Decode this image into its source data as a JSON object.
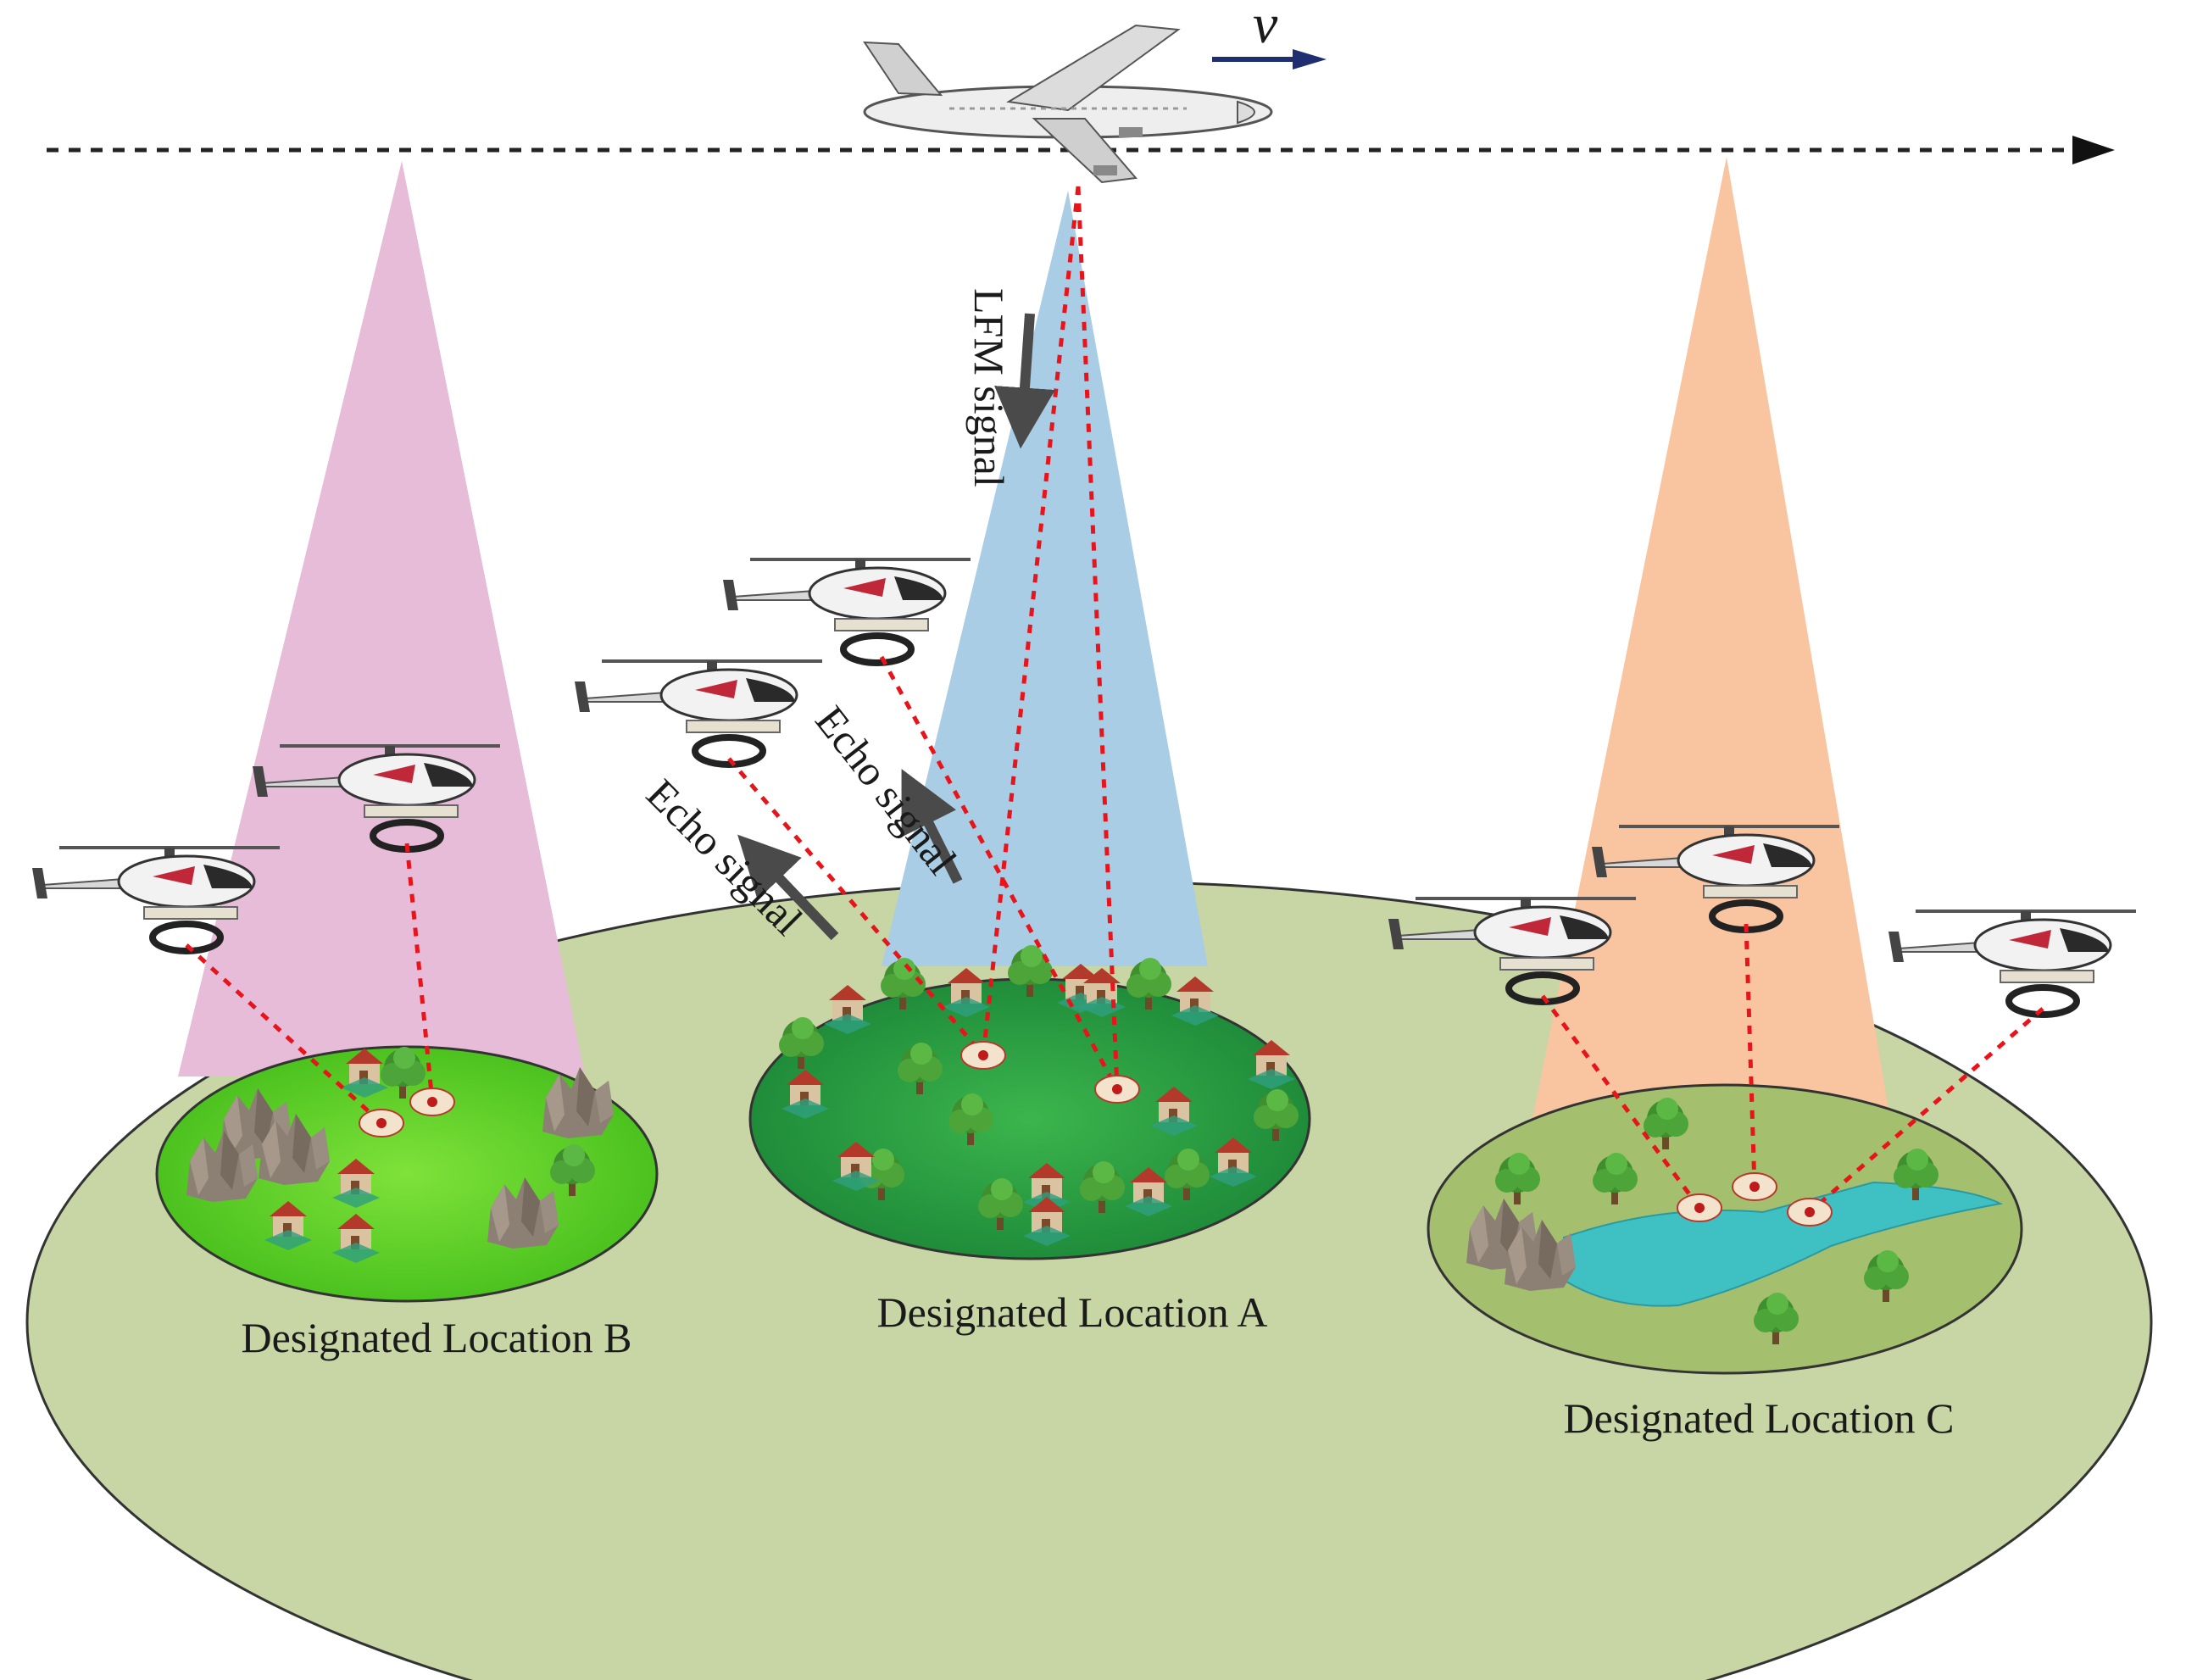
{
  "labels": {
    "velocity": "v",
    "lfm_signal": "LFM signal",
    "echo_signal_1": "Echo signal",
    "echo_signal_2": "Echo signal",
    "location_a": "Designated Location A",
    "location_b": "Designated Location B",
    "location_c": "Designated Location C"
  },
  "colors": {
    "ground": "#c8d5a4",
    "beam_a": "#a9cde4",
    "beam_b": "#e7bcd8",
    "beam_c": "#f9c5a0",
    "area_a": "#2fa748",
    "area_b": "#5ccb2c",
    "area_c": "#a4bf6e",
    "signal_line": "#e8141b",
    "arrow_gray": "#4a4a4a",
    "velocity_arrow": "#1e2e6e"
  }
}
